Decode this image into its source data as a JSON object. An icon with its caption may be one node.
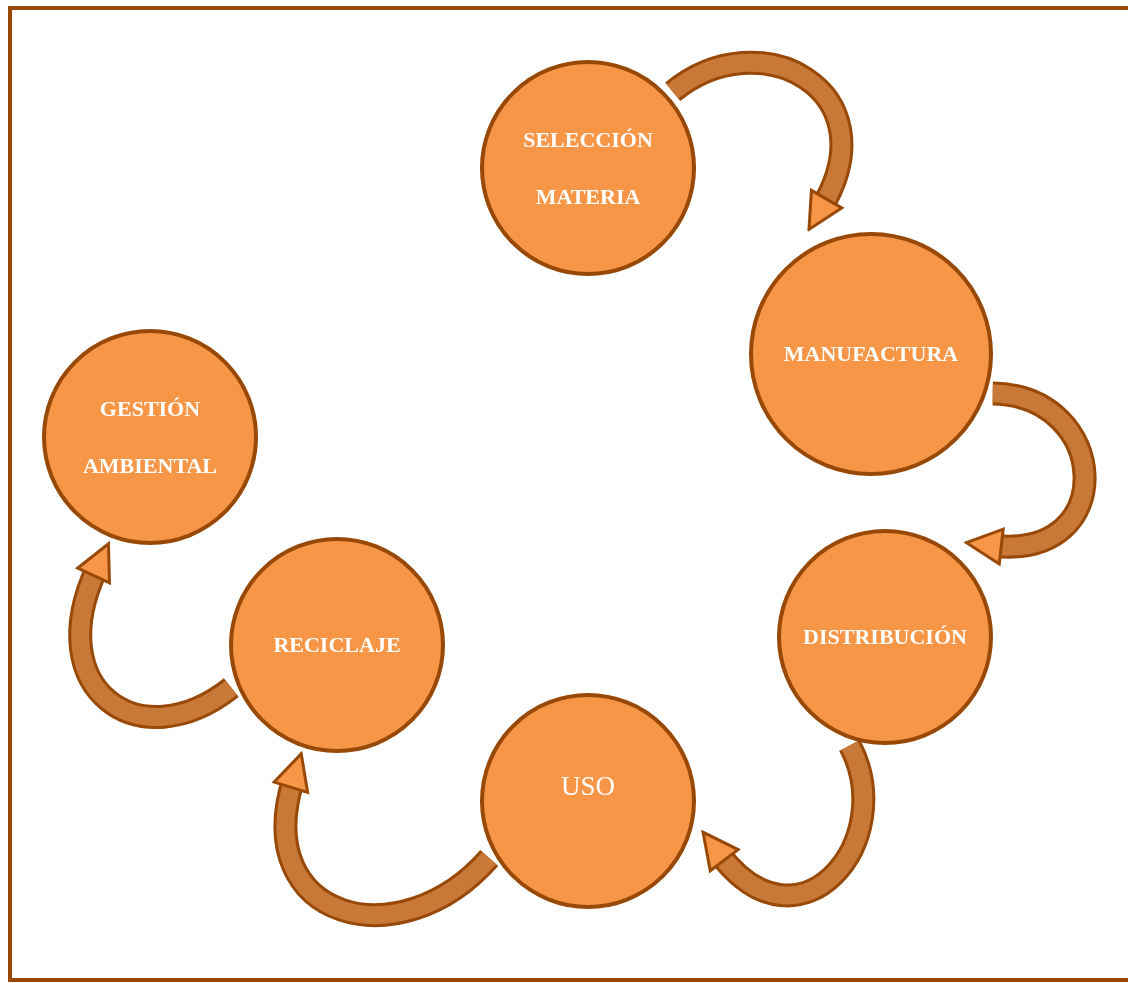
{
  "diagram": {
    "nodes": [
      {
        "text": [
          "SELECCIÓN MATERIA"
        ]
      },
      {
        "text": [
          "MANUFACTURA"
        ]
      },
      {
        "text": [
          "DISTRIBUCIÓN"
        ]
      },
      {
        "text": [
          "USO"
        ]
      },
      {
        "text": [
          "RECICLAJE"
        ]
      },
      {
        "text": [
          "GESTIÓN AMBIENTAL"
        ]
      }
    ],
    "edges": [
      {
        "from": 0,
        "to": 1,
        "arrow": "to"
      },
      {
        "from": 1,
        "to": 2,
        "arrow": "to"
      },
      {
        "from": 2,
        "to": 3,
        "arrow": "to"
      },
      {
        "from": 3,
        "to": 4,
        "arrow": "to"
      },
      {
        "from": 4,
        "to": 5,
        "arrow": "to"
      }
    ]
  }
}
